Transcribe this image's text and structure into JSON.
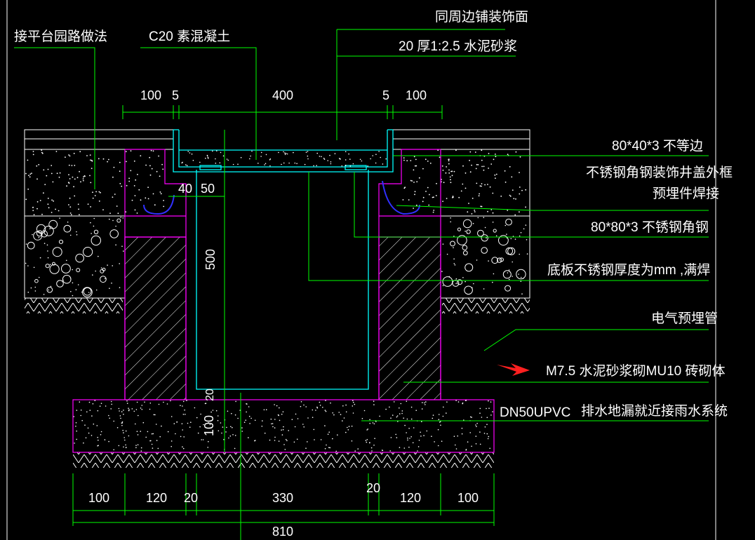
{
  "labels": {
    "platform_road": "接平台园路做法",
    "concrete": "C20  素混凝土",
    "finish_top": "同周边铺装饰面",
    "mortar": "20  厚1:2.5   水泥砂浆",
    "angle_small_dim": "80*40*3   不等边",
    "frame_line1": "不锈钢角钢装饰井盖外框",
    "frame_line2": "预埋件焊接",
    "angle_big": "80*80*3    不锈钢角钢",
    "base_plate": "底板不锈钢厚度为mm   ,满焊",
    "conduit": "电气预埋管",
    "masonry": "M7.5  水泥砂浆砌MU10   砖砌体",
    "drain_pipe": "DN50UPVC",
    "drain_text": "排水地漏就近接雨水系统"
  },
  "dimensions": {
    "top": [
      "100",
      "5",
      "400",
      "5",
      "100"
    ],
    "side_40": "40",
    "side_50": "50",
    "depth_500": "500",
    "gap_20": "20",
    "base_100": "100",
    "bottom_small_20": "20",
    "bottom": [
      "100",
      "120",
      "20",
      "330",
      "120",
      "100"
    ],
    "total": "810"
  },
  "colors": {
    "background": "#000000",
    "leader_green": "#00ff00",
    "wall_magenta": "#ff00ff",
    "steel_cyan": "#00ffff",
    "annotation_white": "#ffffff",
    "arrow_red": "#ff2020",
    "pipe_blue": "#3030ff"
  }
}
